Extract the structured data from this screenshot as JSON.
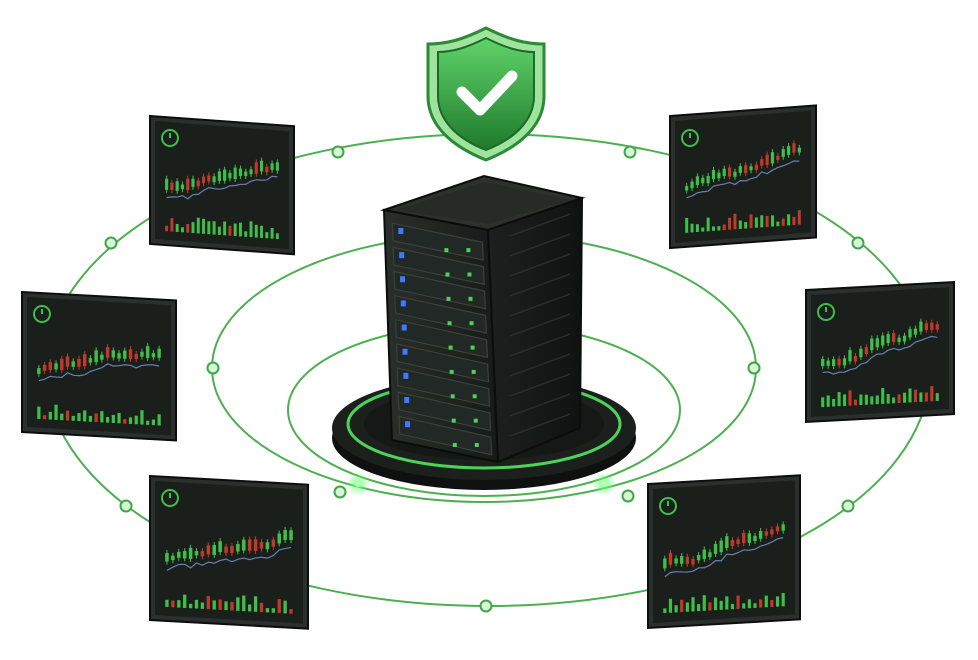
{
  "colors": {
    "background": "#ffffff",
    "accent_green": "#3fbf4a",
    "orbit_green": "#4caf50",
    "panel_dark": "#1a1f1c",
    "panel_frame": "#2b2f2d",
    "candle_up": "#3fbf4a",
    "candle_down": "#c0392b",
    "trend_line": "#6a7fb0",
    "server_body": "#1e2220",
    "server_led": "#3b7bff",
    "shield_fill": "#2f9e3a"
  },
  "icons": {
    "shield": "shield-check-icon",
    "clock": "clock-icon",
    "server": "server-rack-icon"
  },
  "monitors": [
    {
      "id": "top-left"
    },
    {
      "id": "top-right"
    },
    {
      "id": "mid-left"
    },
    {
      "id": "mid-right"
    },
    {
      "id": "bottom-left"
    },
    {
      "id": "bottom-right"
    }
  ]
}
